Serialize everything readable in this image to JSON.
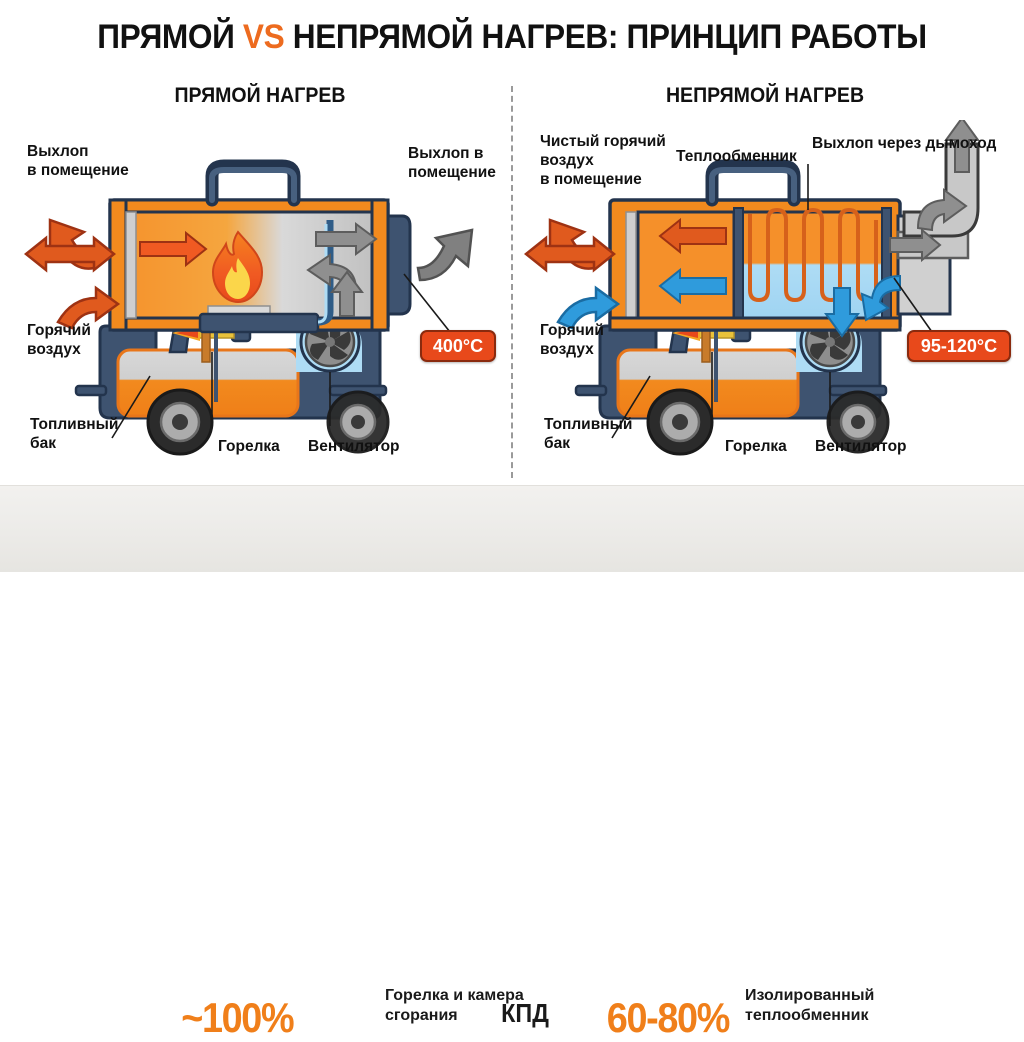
{
  "title": {
    "part1": "ПРЯМОЙ ",
    "vs": "VS",
    "part2": " НЕПРЯМОЙ НАГРЕВ: ПРИНЦИП РАБОТЫ"
  },
  "colors": {
    "accent_orange": "#ED6B1F",
    "kpi_orange": "#F07F1A",
    "badge_red": "#E8491B",
    "body_orange": "#F28A1E",
    "body_orange_dark": "#E8761A",
    "steel_blue": "#3E5370",
    "gray_arrow": "#808080",
    "cool_blue": "#2F9BDC",
    "light_blue": "#AEDCF5",
    "text_black": "#111111",
    "divider_gray": "#9A9A9A",
    "bottom_bg": "#ECEBE8"
  },
  "panels": {
    "left": {
      "subtitle": "ПРЯМОЙ НАГРЕВ",
      "labels": {
        "exhaust_room_left": "Выхлоп\nв помещение",
        "hot_air": "Горячий\nвоздух",
        "fuel_tank": "Топливный\nбак",
        "burner": "Горелка",
        "fan": "Вентилятор",
        "exhaust_room_right": "Выхлоп в\nпомещение"
      },
      "temperature": "400°C"
    },
    "right": {
      "subtitle": "НЕПРЯМОЙ НАГРЕВ",
      "labels": {
        "clean_hot_air": "Чистый горячий\nвоздух\nв помещение",
        "heat_exchanger": "Теплообменник",
        "exhaust_chimney": "Выхлоп через дымоход",
        "hot_air": "Горячий\nвоздух",
        "fuel_tank": "Топливный\nбак",
        "burner": "Горелка",
        "fan": "Вентилятор"
      },
      "temperature": "95-120°C"
    }
  },
  "footer": {
    "metric_label": "КПД",
    "left_value": "~100%",
    "left_desc": "Горелка и камера\nсгорания",
    "right_value": "60-80%",
    "right_desc": "Изолированный\nтеплообменник"
  }
}
